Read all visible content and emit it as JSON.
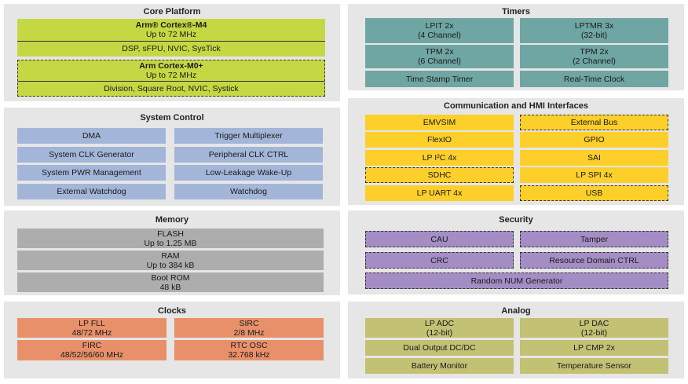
{
  "core_platform": {
    "title": "Core Platform",
    "m4_name": "Arm® Cortex®-M4",
    "m4_speed": "Up to 72 MHz",
    "m4_features": "DSP, sFPU, NVIC, SysTick",
    "m0_name": "Arm Cortex-M0+",
    "m0_speed": "Up to 72 MHz",
    "m0_features": "Division, Square Root, NVIC, Systick"
  },
  "timers": {
    "title": "Timers",
    "items": [
      {
        "l1": "LPIT 2x",
        "l2": "(4 Channel)"
      },
      {
        "l1": "LPTMR 3x",
        "l2": "(32-bit)"
      },
      {
        "l1": "TPM 2x",
        "l2": "(6 Channel)"
      },
      {
        "l1": "TPM 2x",
        "l2": "(2 Channel)"
      },
      {
        "l1": "Time Stamp Timer"
      },
      {
        "l1": "Real-Time Clock"
      }
    ]
  },
  "system_control": {
    "title": "System Control",
    "items": [
      "DMA",
      "Trigger Multiplexer",
      "System CLK Generator",
      "Peripheral CLK CTRL",
      "System PWR Management",
      "Low-Leakage Wake-Up",
      "External Watchdog",
      "Watchdog"
    ]
  },
  "comm": {
    "title": "Communication and HMI Interfaces",
    "items": [
      "EMVSIM",
      "External Bus",
      "FlexIO",
      "GPIO",
      "LP I²C 4x",
      "SAI",
      "SDHC",
      "LP SPI 4x",
      "LP UART 4x",
      "USB"
    ]
  },
  "memory": {
    "title": "Memory",
    "items": [
      {
        "l1": "FLASH",
        "l2": "Up to 1.25 MB"
      },
      {
        "l1": "RAM",
        "l2": "Up to 384 kB"
      },
      {
        "l1": "Boot ROM",
        "l2": "48 kB"
      }
    ]
  },
  "security": {
    "title": "Security",
    "items": [
      "CAU",
      "Tamper",
      "CRC",
      "Resource Domain CTRL",
      "Random NUM Generator"
    ]
  },
  "clocks": {
    "title": "Clocks",
    "items": [
      {
        "l1": "LP FLL",
        "l2": "48/72 MHz"
      },
      {
        "l1": "SIRC",
        "l2": "2/8 MHz"
      },
      {
        "l1": "FIRC",
        "l2": "48/52/56/60 MHz"
      },
      {
        "l1": "RTC OSC",
        "l2": "32.768 kHz"
      }
    ]
  },
  "analog": {
    "title": "Analog",
    "items": [
      {
        "l1": "LP ADC",
        "l2": "(12-bit)"
      },
      {
        "l1": "LP DAC",
        "l2": "(12-bit)"
      },
      {
        "l1": "Dual Output DC/DC"
      },
      {
        "l1": "LP CMP 2x"
      },
      {
        "l1": "Battery Monitor"
      },
      {
        "l1": "Temperature Sensor"
      }
    ]
  },
  "colors": {
    "panel": "#e6e6e6",
    "core": "#c5d844",
    "timers": "#6fa6a3",
    "system_control": "#a3b6d9",
    "memory": "#adadad",
    "clocks": "#e8906a",
    "comm": "#fdcf2a",
    "security": "#a48dc4",
    "analog": "#c2c174"
  }
}
